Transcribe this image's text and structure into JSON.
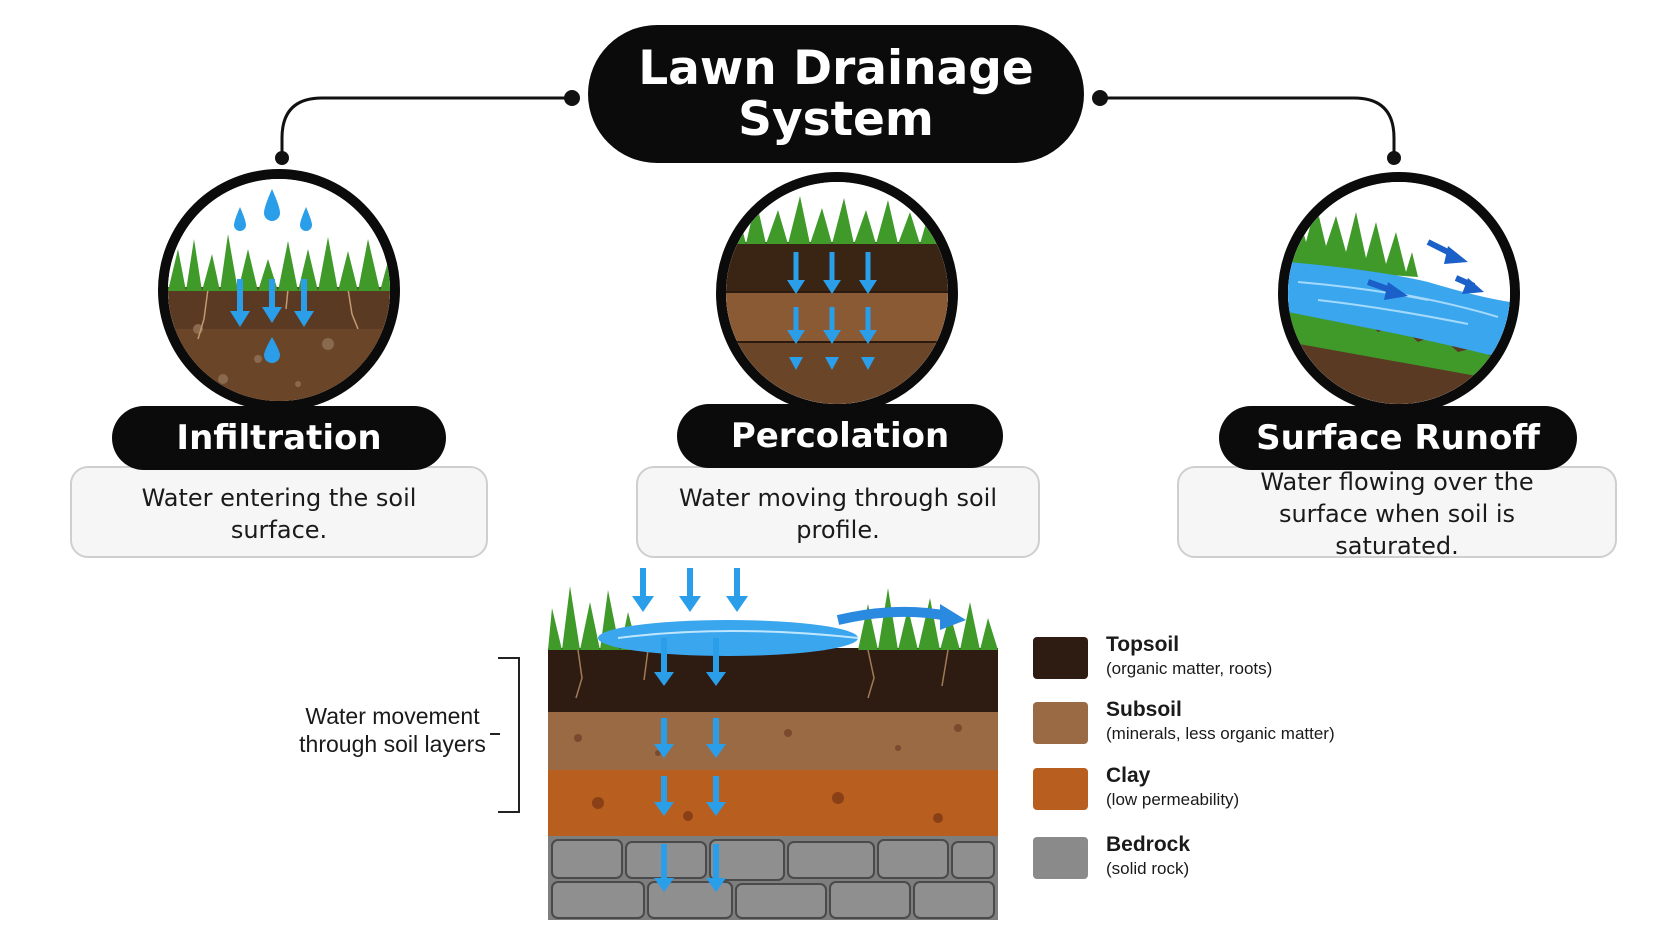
{
  "title": "Lawn Drainage System",
  "processes": [
    {
      "name": "Infiltration",
      "description": "Water entering the soil surface.",
      "icon": "infiltration-icon"
    },
    {
      "name": "Percolation",
      "description": "Water moving through soil profile.",
      "icon": "percolation-icon"
    },
    {
      "name": "Surface Runoff",
      "description": "Water flowing over the surface when soil is saturated.",
      "icon": "runoff-icon"
    }
  ],
  "soil_diagram": {
    "label": "Water movement through soil layers"
  },
  "legend": [
    {
      "name": "Topsoil",
      "description": "(organic matter, roots)",
      "color": "#2e1c12"
    },
    {
      "name": "Subsoil",
      "description": "(minerals, less organic matter)",
      "color": "#9a6a44"
    },
    {
      "name": "Clay",
      "description": "(low permeability)",
      "color": "#b85e1e"
    },
    {
      "name": "Bedrock",
      "description": "(solid rock)",
      "color": "#8a8a8a"
    }
  ],
  "colors": {
    "water": "#2a9ee8",
    "grass": "#3f9a2a",
    "ink": "#0b0b0b"
  }
}
